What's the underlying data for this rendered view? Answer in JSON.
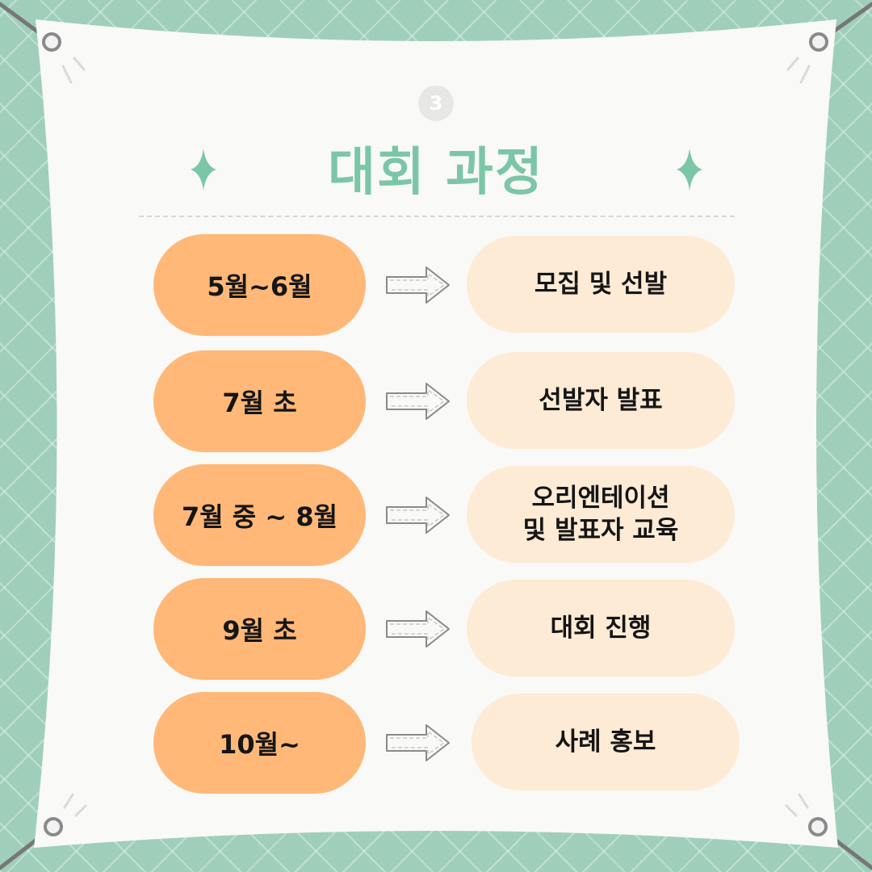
{
  "badge": {
    "number": "3"
  },
  "title": "대회 과정",
  "colors": {
    "background": "#9fcfba",
    "accent": "#7cc6a8",
    "date_pill": "#ffb877",
    "desc_pill": "#fdebd5",
    "banner": "#f9f9f7"
  },
  "icons": {
    "sparkle": "four-point-star-icon",
    "arrow": "outline-right-arrow-icon",
    "grommet": "grommet-icon"
  },
  "schedule": [
    {
      "date": "5월~6월",
      "lines": [
        "모집 및 선발"
      ]
    },
    {
      "date": "7월 초",
      "lines": [
        "선발자 발표"
      ]
    },
    {
      "date": "7월 중 ~ 8월",
      "lines": [
        "오리엔테이션",
        "및 발표자 교육"
      ]
    },
    {
      "date": "9월 초",
      "lines": [
        "대회 진행"
      ]
    },
    {
      "date": "10월~",
      "lines": [
        "사례 홍보"
      ]
    }
  ]
}
